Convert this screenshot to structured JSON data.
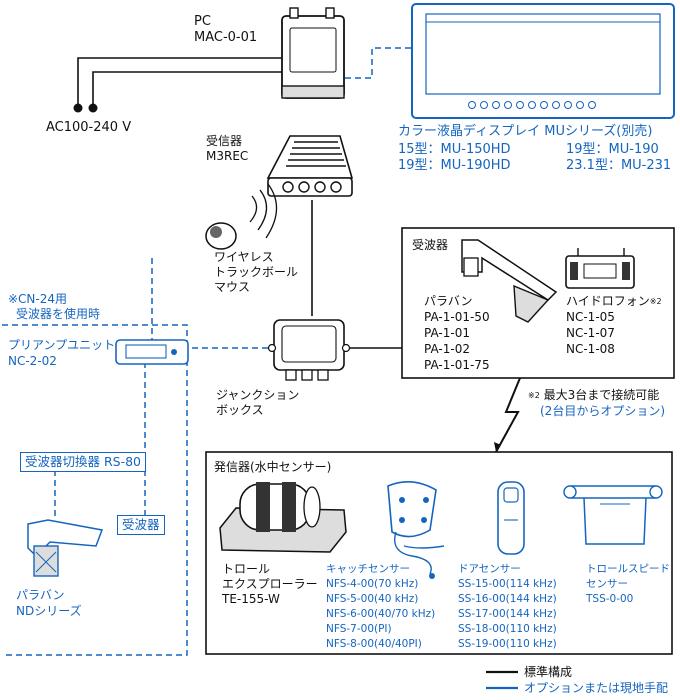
{
  "pc": {
    "label": "PC",
    "model": "MAC-0-01"
  },
  "power": {
    "label": "AC100-240 V"
  },
  "display": {
    "title": "カラー液晶ディスプレイ MUシリーズ(別売)",
    "models": [
      "15型：MU-150HD",
      "19型：MU-190",
      "19型：MU-190HD",
      "23.1型：MU-231"
    ]
  },
  "receiver": {
    "label": "受信器",
    "model": "M3REC"
  },
  "mouse": {
    "lines": [
      "ワイヤレス",
      "トラックボール",
      "マウス"
    ]
  },
  "junction": {
    "lines": [
      "ジャンクション",
      "ボックス"
    ]
  },
  "cn24": {
    "lines": [
      "※CN-24用",
      "受波器を使用時"
    ]
  },
  "preamp": {
    "lines": [
      "プリアンプユニット",
      "NC-2-02"
    ]
  },
  "rs80": {
    "label": "受波器切換器 RS-80"
  },
  "receiver_small": {
    "label": "受波器"
  },
  "parabola_nd": {
    "lines": [
      "パラバン",
      "NDシリーズ"
    ]
  },
  "transducer_box": {
    "title": "受波器",
    "parabola_title": "パラバン",
    "parabola_models": [
      "PA-1-01-50",
      "PA-1-01",
      "PA-1-02",
      "PA-1-01-75"
    ],
    "hydrophone_title": "ハイドロフォン",
    "hydrophone_mark": "※2",
    "hydrophone_models": [
      "NC-1-05",
      "NC-1-07",
      "NC-1-08"
    ]
  },
  "note2": {
    "mark": "※2",
    "line1": "最大3台まで接続可能",
    "line2": "(2台目からオプション)"
  },
  "transmitter_box": {
    "title": "発信器(水中センサー)",
    "trawl_explorer": [
      "トロール",
      "エクスプローラー",
      "TE-155-W"
    ],
    "catch_title": "キャッチセンサー",
    "catch_models": [
      "NFS-4-00(70 kHz)",
      "NFS-5-00(40 kHz)",
      "NFS-6-00(40/70 kHz)",
      "NFS-7-00(PI)",
      "NFS-8-00(40/40PI)"
    ],
    "door_title": "ドアセンサー",
    "door_models": [
      "SS-15-00(114 kHz)",
      "SS-16-00(144 kHz)",
      "SS-17-00(144 kHz)",
      "SS-18-00(110 kHz)",
      "SS-19-00(110 kHz)"
    ],
    "speed_lines": [
      "トロールスピード",
      "センサー",
      "TSS-0-00"
    ]
  },
  "legend": {
    "standard": "標準構成",
    "option": "オプションまたは現地手配"
  },
  "colors": {
    "standard": "#111111",
    "option": "#1565c0"
  }
}
